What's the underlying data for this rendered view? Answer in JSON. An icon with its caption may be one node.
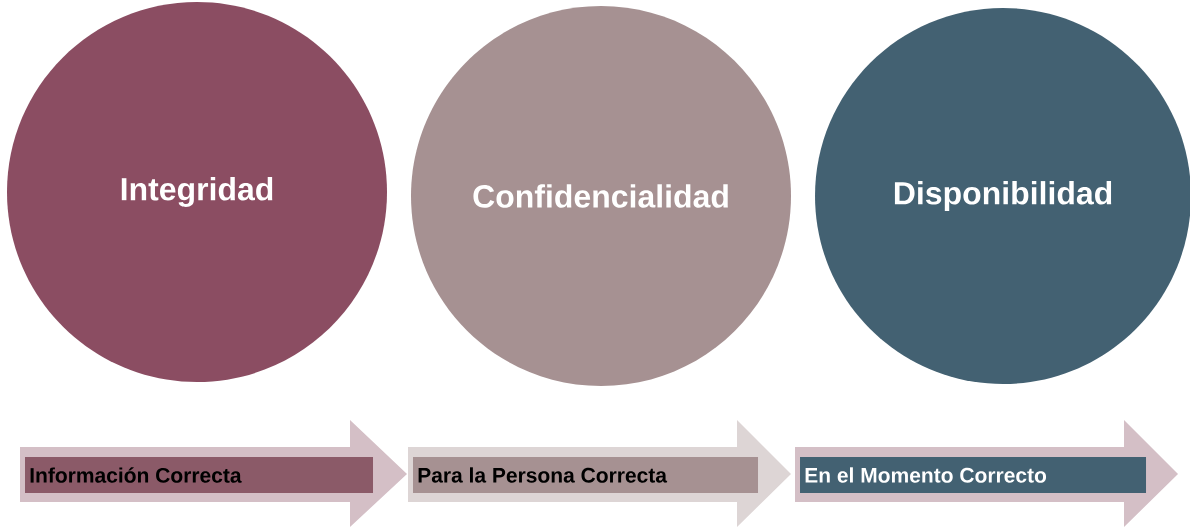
{
  "diagram": {
    "nodes": [
      {
        "text": [
          "Integridad"
        ]
      },
      {
        "text": [
          "Confidencialidad"
        ]
      },
      {
        "text": [
          "Disponibilidad"
        ]
      },
      {
        "text": [
          "Información Correcta"
        ]
      },
      {
        "text": [
          "Para la Persona Correcta"
        ]
      },
      {
        "text": [
          "En el Momento Correcto"
        ]
      }
    ]
  }
}
